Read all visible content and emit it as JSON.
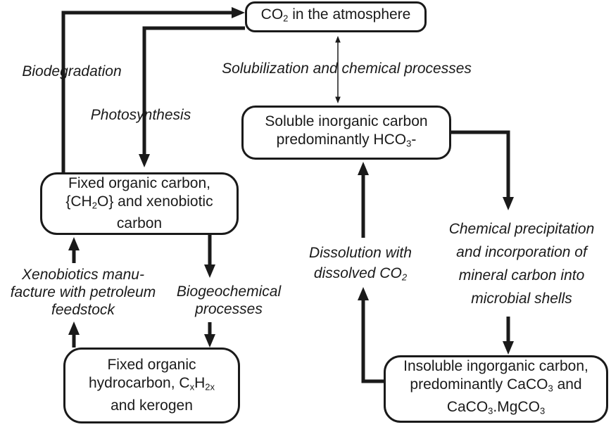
{
  "diagram_title": "Carbon cycle diagram",
  "colors": {
    "ink": "#1a1a1a",
    "background": "#ffffff"
  },
  "boxes": {
    "co2": {
      "pre": "CO",
      "sub": "2",
      "post": " in the atmosphere"
    },
    "soluble": {
      "line1": "Soluble inorganic carbon",
      "line2_pre": "predominantly HCO",
      "line2_sub": "3",
      "line2_post": "-"
    },
    "fixed_organic": {
      "line1": "Fixed organic carbon,",
      "line2_pre": "{CH",
      "line2_sub": "2",
      "line2_post": "O} and xenobiotic",
      "line3": "carbon"
    },
    "hydrocarbon": {
      "line1": "Fixed organic",
      "line2_pre": "hydrocarbon, C",
      "line2_sub1": "x",
      "line2_mid": "H",
      "line2_sub2": "2x",
      "line3": "and kerogen"
    },
    "insoluble": {
      "line1": "Insoluble ingorganic carbon,",
      "line2_pre": "predominantly CaCO",
      "line2_sub": "3",
      "line2_post": " and",
      "line3_pre": "CaCO",
      "line3_sub1": "3",
      "line3_mid": ".MgCO",
      "line3_sub2": "3"
    }
  },
  "labels": {
    "biodegradation": "Biodegradation",
    "photosynthesis": "Photosynthesis",
    "solubilization": "Solubilization and chemical processes",
    "dissolution": {
      "line1": "Dissolution with",
      "line2_pre": "dissolved CO",
      "line2_sub": "2"
    },
    "chemical_precipitation": {
      "line1": "Chemical precipitation",
      "line2": "and incorporation of",
      "line3": "mineral carbon into",
      "line4": "microbial shells"
    },
    "xenobiotics": {
      "line1": "Xenobiotics manu-",
      "line2": "facture with petroleum",
      "line3": "feedstock"
    },
    "biogeochemical": {
      "line1": "Biogeochemical",
      "line2": "processes"
    }
  }
}
